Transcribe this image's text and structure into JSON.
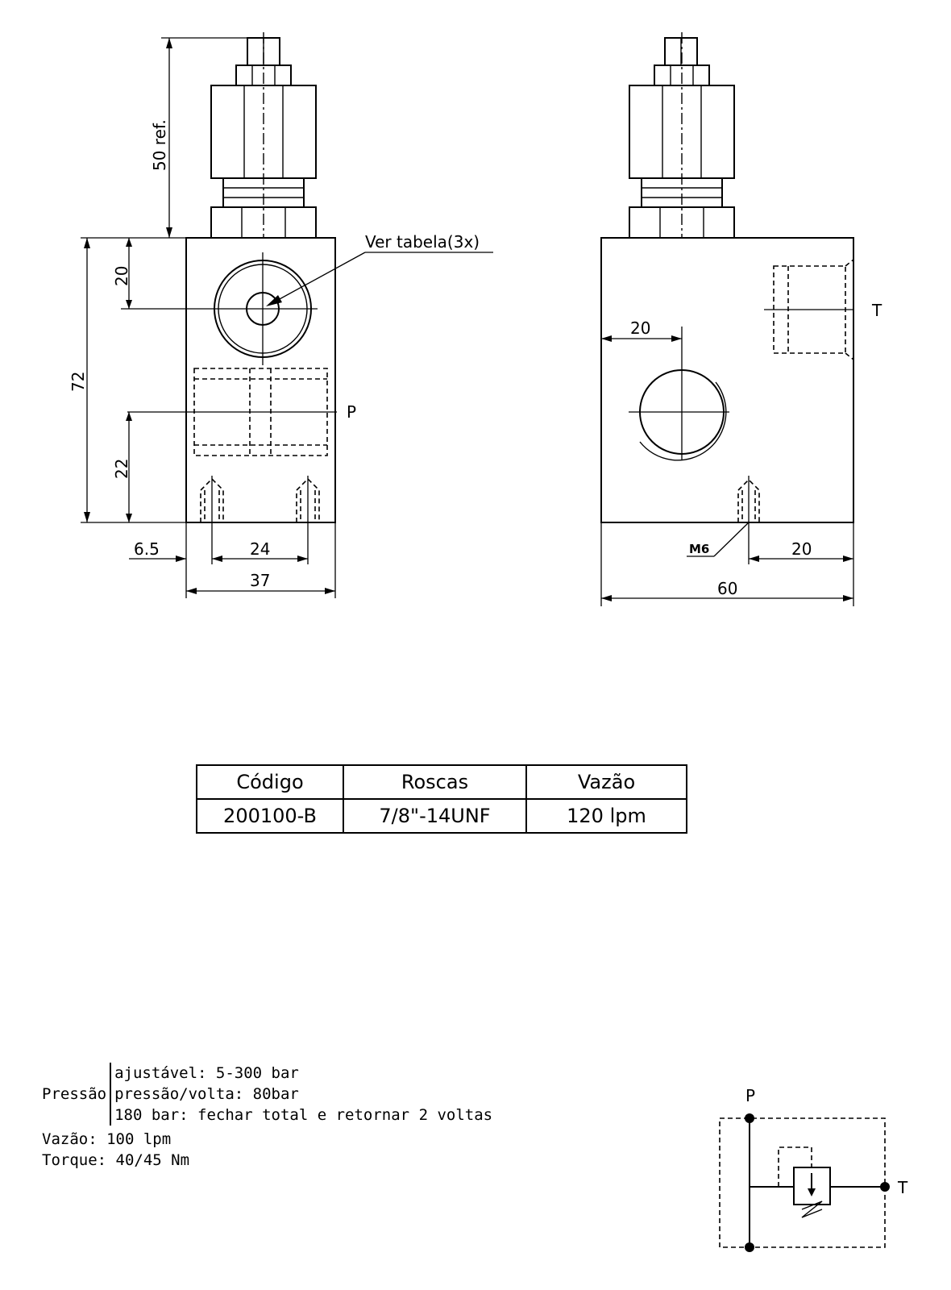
{
  "front_view": {
    "dim_height_ref": "50 ref.",
    "dim_top_port": "20",
    "dim_body_height": "72",
    "dim_bottom_port": "22",
    "dim_left_offset": "6.5",
    "dim_hole_spacing": "24",
    "dim_width": "37",
    "callout": "Ver tabela(3x)",
    "port_label": "P"
  },
  "side_view": {
    "dim_hole_offset": "20",
    "dim_thread": "M6",
    "dim_right_offset": "20",
    "dim_width": "60",
    "port_label": "T"
  },
  "table": {
    "headers": [
      "Código",
      "Roscas",
      "Vazão"
    ],
    "rows": [
      [
        "200100-B",
        "7/8\"-14UNF",
        "120 lpm"
      ]
    ]
  },
  "specs": {
    "pressure_label": "Pressão",
    "pressure_items": [
      "ajustável: 5-300 bar",
      "pressão/volta: 80bar",
      "180 bar: fechar total e retornar 2 voltas"
    ],
    "flow": "Vazão: 100 lpm",
    "torque": "Torque: 40/45 Nm"
  },
  "symbol": {
    "port_p": "P",
    "port_t": "T"
  }
}
